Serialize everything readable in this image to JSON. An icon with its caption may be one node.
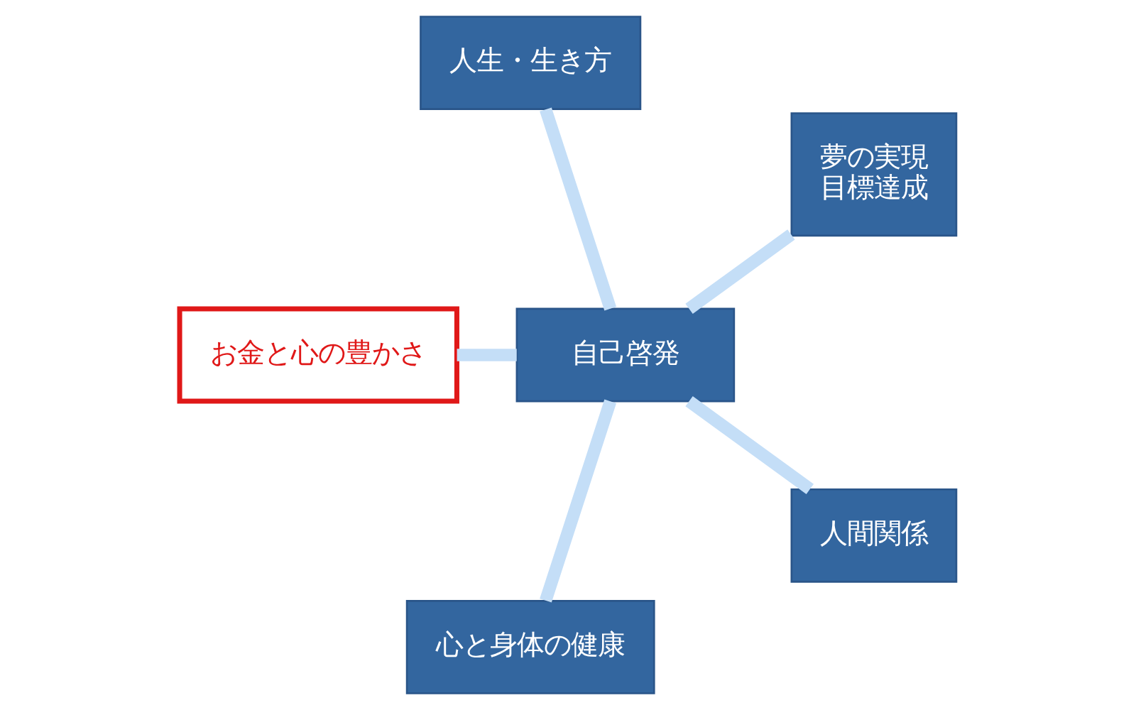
{
  "diagram": {
    "nodes": [
      {
        "text": [
          "人生・生き方"
        ]
      },
      {
        "text": [
          "お金と心の豊かさ"
        ]
      },
      {
        "text": [
          "夢の実現",
          "目標達成"
        ]
      },
      {
        "text": [
          "自己啓発"
        ]
      },
      {
        "text": [
          "心と身体の健康"
        ]
      },
      {
        "text": [
          "人間関係"
        ]
      }
    ],
    "edges": [
      {
        "from": 3,
        "to": 0,
        "arrow": "none"
      },
      {
        "from": 3,
        "to": 1,
        "arrow": "none"
      },
      {
        "from": 3,
        "to": 2,
        "arrow": "none"
      },
      {
        "from": 3,
        "to": 4,
        "arrow": "none"
      },
      {
        "from": 3,
        "to": 5,
        "arrow": "none"
      }
    ]
  }
}
